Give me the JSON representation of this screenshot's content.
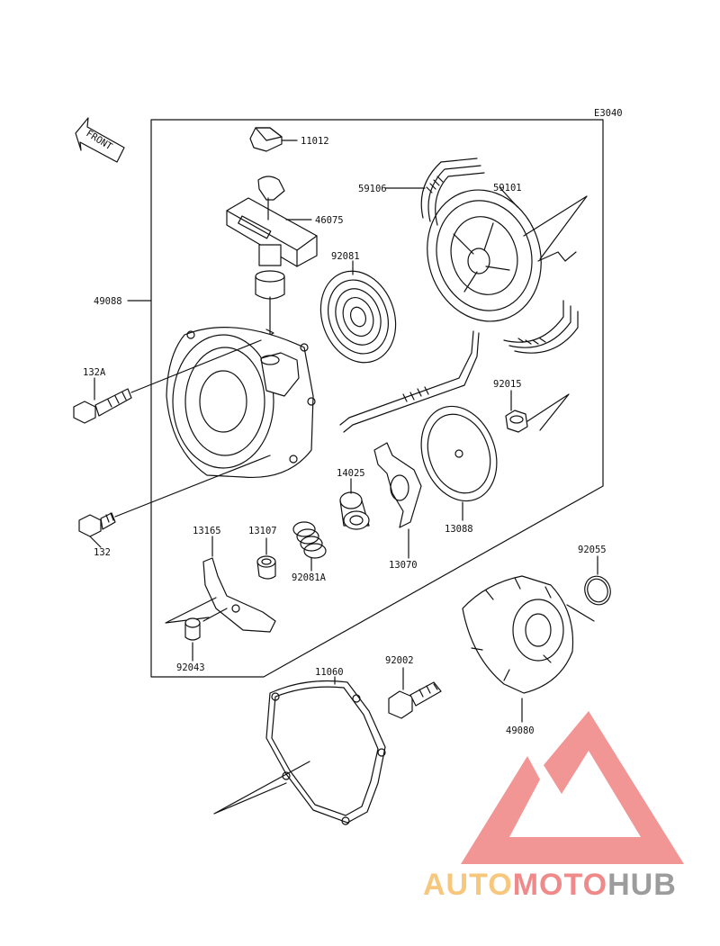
{
  "diagram": {
    "code": "E3040",
    "direction": "FRONT",
    "labels": {
      "p11012": "11012",
      "p59106": "59106",
      "p59101": "59101",
      "p46075": "46075",
      "p92081": "92081",
      "p49088": "49088",
      "p132a": "132A",
      "p92015": "92015",
      "p14025": "14025",
      "p13088": "13088",
      "p132": "132",
      "p13165": "13165",
      "p13107": "13107",
      "p92081a": "92081A",
      "p13070": "13070",
      "p92055": "92055",
      "p92043": "92043",
      "p11060": "11060",
      "p92002": "92002",
      "p49080": "49080"
    }
  },
  "watermark": {
    "part1": "AUTO",
    "part2": "MOTO",
    "part3": "HUB",
    "color_auto": "#f7c77e",
    "color_moto": "#f08a8a",
    "color_hub": "#9c9c9c",
    "logo_color": "#f08a8a"
  }
}
